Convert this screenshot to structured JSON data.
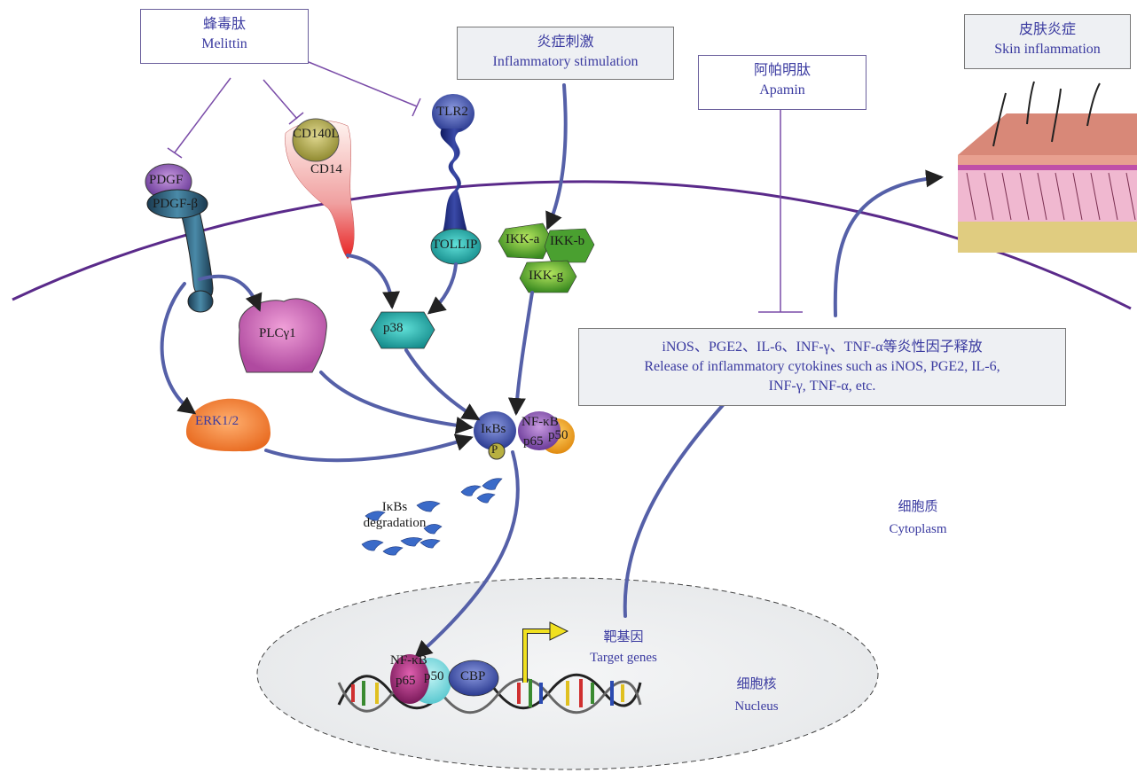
{
  "boxes": {
    "melittin": {
      "zh": "蜂毒肽",
      "en": "Melittin"
    },
    "stimulation": {
      "zh": "炎症刺激",
      "en": "Inflammatory stimulation"
    },
    "apamin": {
      "zh": "阿帕明肽",
      "en": "Apamin"
    },
    "skin": {
      "zh": "皮肤炎症",
      "en": "Skin  inflammation"
    },
    "cytokines": {
      "zh": "iNOS、PGE2、IL-6、INF-γ、TNF-α等炎性因子释放",
      "en1": "Release of inflammatory cytokines such as iNOS, PGE2, IL-6,",
      "en2": "INF-γ, TNF-α, etc."
    }
  },
  "molecules": {
    "pdgf": "PDGF",
    "pdgfb": "PDGF-β",
    "cd140l": "CD140L",
    "cd14": "CD14",
    "tlr2": "TLR2",
    "tollip": "TOLLIP",
    "ikka": "IKK-a",
    "ikkb": "IKK-b",
    "ikkg": "IKK-g",
    "plc": "PLCγ1",
    "p38": "p38",
    "erk": "ERK1/2",
    "ikbs": "IκBs",
    "p": "P",
    "nfkb": "NF-κB",
    "p65": "p65",
    "p50": "p50",
    "cbp": "CBP"
  },
  "degradation": {
    "line1": "IκBs",
    "line2": "degradation"
  },
  "regions": {
    "cytoplasm": {
      "zh": "细胞质",
      "en": "Cytoplasm"
    },
    "nucleus": {
      "zh": "细胞核",
      "en": "Nucleus"
    },
    "target": {
      "zh": "靶基因",
      "en": "Target genes"
    }
  },
  "colors": {
    "arrow": "#5560a8",
    "membrane": "#5a2a8a",
    "inhibit": "#7a4ca8"
  }
}
